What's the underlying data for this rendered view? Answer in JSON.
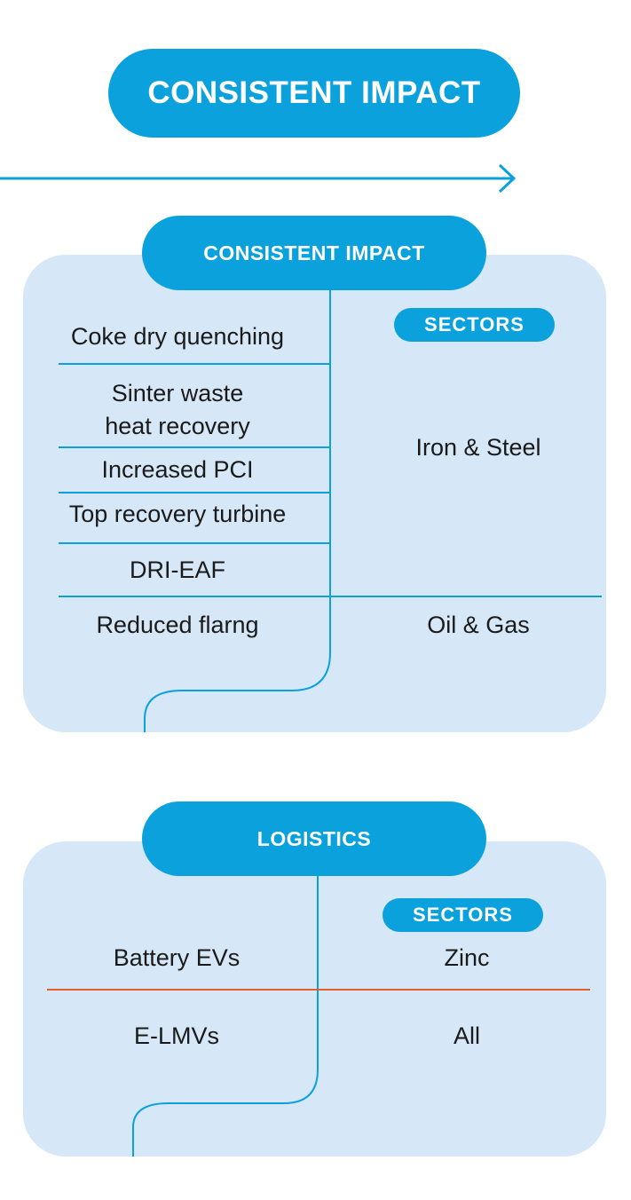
{
  "header": {
    "title": "CONSISTENT IMPACT"
  },
  "section1": {
    "title": "CONSISTENT IMPACT",
    "sectors_label": "SECTORS",
    "measures": [
      "Coke dry quenching",
      "Sinter waste\nheat recovery",
      "Increased PCI",
      "Top recovery turbine",
      "DRI-EAF",
      "Reduced flarng"
    ],
    "sectors": [
      "Iron & Steel",
      "Oil & Gas"
    ]
  },
  "section2": {
    "title": "LOGISTICS",
    "sectors_label": "SECTORS",
    "measures": [
      "Battery EVs",
      "E-LMVs"
    ],
    "sectors": [
      "Zinc",
      "All"
    ]
  },
  "colors": {
    "accent": "#0aa1dd",
    "panel": "#d6e8f7",
    "divider_red": "#e0602c"
  }
}
